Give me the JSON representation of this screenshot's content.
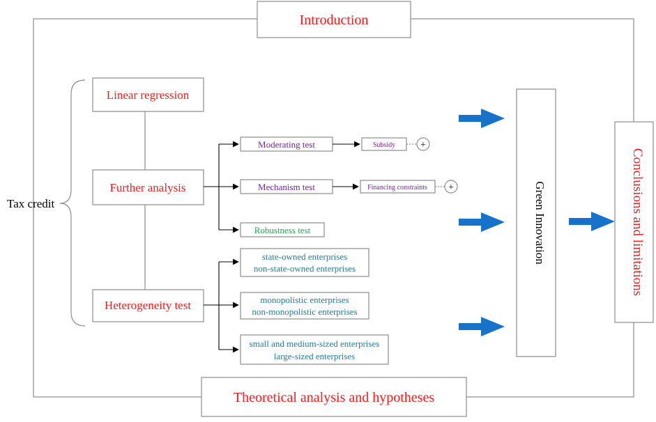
{
  "colors": {
    "red": "#ff1a1a",
    "purple": "#7a1fa2",
    "green": "#1fa64a",
    "teal": "#1f7d99",
    "black": "#000000",
    "blue_arrow": "#1673c9",
    "border": "#8c8c8c"
  },
  "diagram": {
    "introduction": "Introduction",
    "theory": "Theoretical analysis and hypotheses",
    "tax_credit": "Tax credit",
    "linear_regression": "Linear regression",
    "further_analysis": "Further analysis",
    "heterogeneity_test": "Heterogeneity test",
    "moderating_test": "Moderating test",
    "mechanism_test": "Mechanism test",
    "robustness_test": "Robustness test",
    "subsidy": "Subsidy",
    "financing_constraints": "Financing constraints",
    "plus_sign": "+",
    "ownership_line1": "state-owned enterprises",
    "ownership_line2": "non-state-owned enterprises",
    "monopoly_line1": "monopolistic enterprises",
    "monopoly_line2": "non-monopolistic enterprises",
    "size_line1": "small and medium-sized enterprises",
    "size_line2": "large-sized enterprises",
    "green_innovation": "Green Innovation",
    "conclusions": "Conclusions  and limitations"
  }
}
